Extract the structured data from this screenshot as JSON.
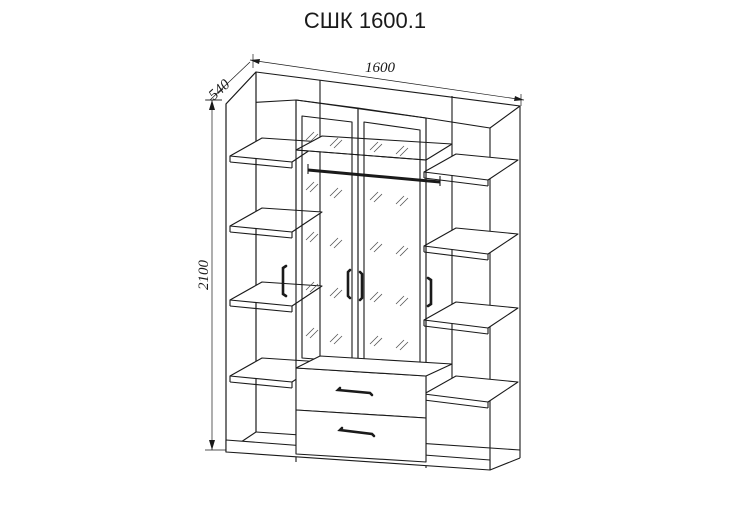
{
  "title": "СШК 1600.1",
  "dimensions": {
    "width": "1600",
    "depth": "540",
    "height": "2100"
  }
}
